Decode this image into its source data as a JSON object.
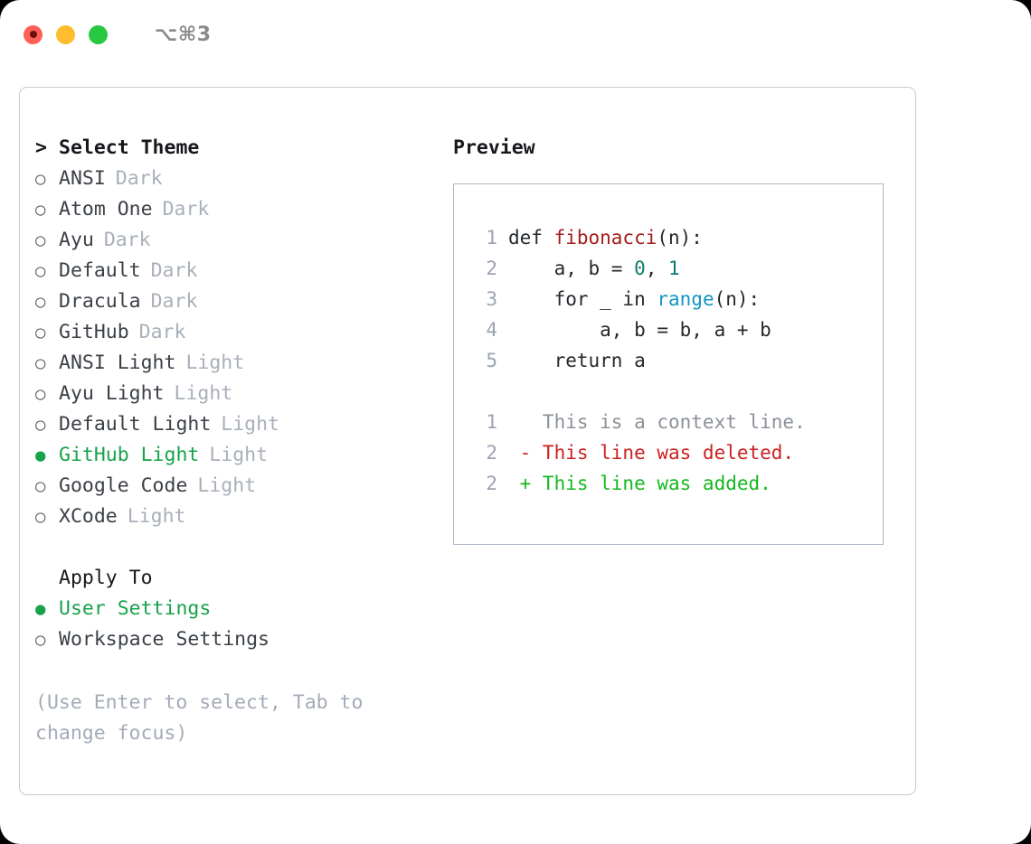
{
  "titlebar": {
    "shortcut": "⌥⌘3",
    "traffic_lights": [
      "close-red",
      "minimize-yellow",
      "maximize-green"
    ]
  },
  "theme_picker": {
    "title": "Select Theme",
    "title_marker": ">",
    "marker_off": "○",
    "marker_on": "●",
    "items": [
      {
        "name": "ANSI",
        "category": "Dark",
        "selected": false
      },
      {
        "name": "Atom One",
        "category": "Dark",
        "selected": false
      },
      {
        "name": "Ayu",
        "category": "Dark",
        "selected": false
      },
      {
        "name": "Default",
        "category": "Dark",
        "selected": false
      },
      {
        "name": "Dracula",
        "category": "Dark",
        "selected": false
      },
      {
        "name": "GitHub",
        "category": "Dark",
        "selected": false
      },
      {
        "name": "ANSI Light",
        "category": "Light",
        "selected": false
      },
      {
        "name": "Ayu Light",
        "category": "Light",
        "selected": false
      },
      {
        "name": "Default Light",
        "category": "Light",
        "selected": false
      },
      {
        "name": "GitHub Light",
        "category": "Light",
        "selected": true
      },
      {
        "name": "Google Code",
        "category": "Light",
        "selected": false
      },
      {
        "name": "XCode",
        "category": "Light",
        "selected": false
      }
    ]
  },
  "apply_to": {
    "label": "Apply To",
    "options": [
      {
        "name": "User Settings",
        "selected": true
      },
      {
        "name": "Workspace Settings",
        "selected": false
      }
    ]
  },
  "hint": "(Use Enter to select, Tab to change focus)",
  "preview": {
    "title": "Preview",
    "code_lines": [
      {
        "no": "1",
        "tokens": [
          {
            "t": "def ",
            "c": "plain"
          },
          {
            "t": "fibonacci",
            "c": "fn"
          },
          {
            "t": "(n):",
            "c": "plain"
          }
        ]
      },
      {
        "no": "2",
        "tokens": [
          {
            "t": "    a, b = ",
            "c": "plain"
          },
          {
            "t": "0",
            "c": "num"
          },
          {
            "t": ", ",
            "c": "plain"
          },
          {
            "t": "1",
            "c": "num"
          }
        ]
      },
      {
        "no": "3",
        "tokens": [
          {
            "t": "    for _ in ",
            "c": "plain"
          },
          {
            "t": "range",
            "c": "builtin"
          },
          {
            "t": "(n):",
            "c": "plain"
          }
        ]
      },
      {
        "no": "4",
        "tokens": [
          {
            "t": "        a, b = b, a + b",
            "c": "plain"
          }
        ]
      },
      {
        "no": "5",
        "tokens": [
          {
            "t": "    return a",
            "c": "plain"
          }
        ]
      },
      {
        "no": "",
        "tokens": []
      },
      {
        "no": "1",
        "tokens": [
          {
            "t": "   This is a context line.",
            "c": "ctx"
          }
        ]
      },
      {
        "no": "2",
        "tokens": [
          {
            "t": " - This line was deleted.",
            "c": "del"
          }
        ]
      },
      {
        "no": "2",
        "tokens": [
          {
            "t": " + This line was added.",
            "c": "add"
          }
        ]
      }
    ]
  },
  "colors": {
    "accent_green": "#16a34a",
    "diff_added": "#15b81f",
    "diff_deleted": "#cc2020",
    "function_name": "#a61c1c",
    "number_literal": "#0f7b6c",
    "builtin": "#1295c0",
    "muted": "#a9b0ba",
    "border": "#c3cad4"
  }
}
